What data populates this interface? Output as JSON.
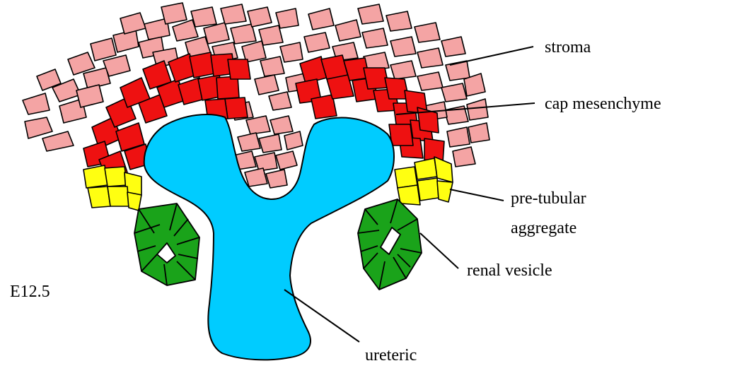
{
  "labels": {
    "stroma": "stroma",
    "cap_mesenchyme": "cap mesenchyme",
    "pre_tubular_line1": "pre-tubular",
    "pre_tubular_line2": "aggregate",
    "renal_vesicle": "renal vesicle",
    "ureteric": "ureteric",
    "stage": "E12.5"
  },
  "colors": {
    "stroma": "#f4a4a4",
    "cap_mesenchyme": "#ee1111",
    "pre_tubular": "#ffff11",
    "renal_vesicle": "#1aa31a",
    "ureteric_bud": "#00ccff",
    "outline": "#000000"
  }
}
